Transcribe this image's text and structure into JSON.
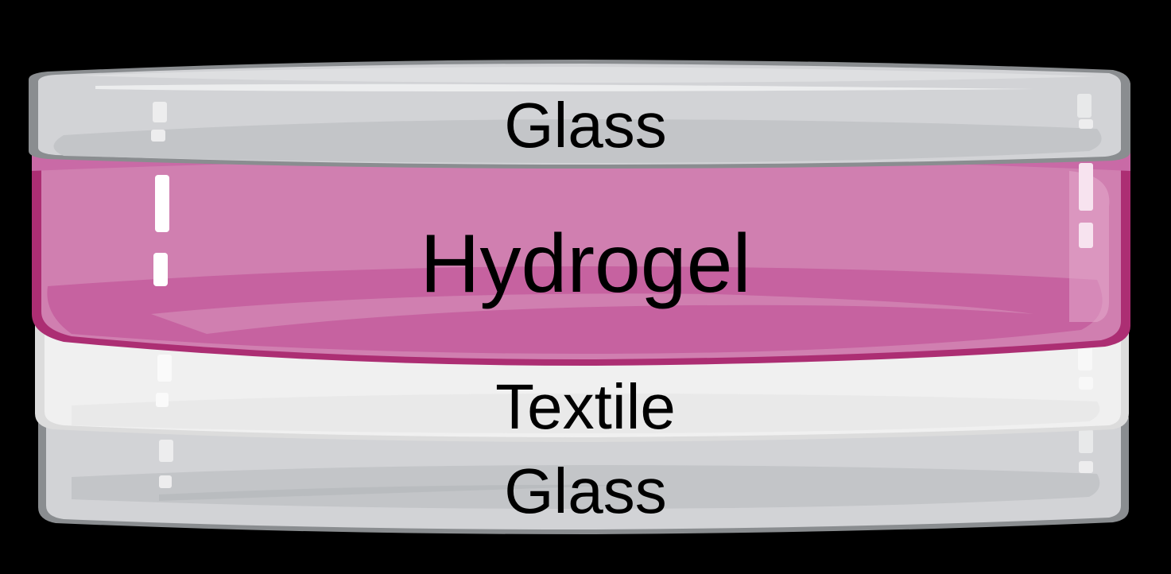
{
  "diagram": {
    "title": "",
    "layers": [
      {
        "id": "glass-top",
        "label": "Glass",
        "color": "#d2d3d6"
      },
      {
        "id": "hydrogel",
        "label": "Hydrogel",
        "color": "#d07fb0"
      },
      {
        "id": "textile",
        "label": "Textile",
        "color": "#f0f0f0"
      },
      {
        "id": "glass-bottom",
        "label": "Glass",
        "color": "#d2d3d6"
      }
    ],
    "colors": {
      "background": "#000000",
      "glass_fill": "#d2d3d6",
      "glass_shadow": "#c3c5c8",
      "glass_edge": "#8a8d90",
      "hydrogel_fill": "#d07fb0",
      "hydrogel_dark": "#c662a0",
      "hydrogel_edge": "#ac2e73",
      "textile_fill": "#f0f0f0",
      "textile_edge": "#dcdcdc",
      "text": "#000000"
    }
  }
}
